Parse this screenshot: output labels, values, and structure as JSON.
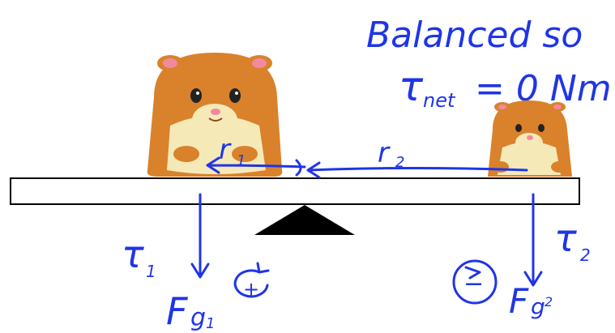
{
  "note": {
    "line1": "Balanced so",
    "tau_symbol": "τ",
    "net_subscript": "net",
    "equation_rest": "= 0 Nm"
  },
  "left": {
    "r_label": "r",
    "r_sub": "1",
    "tau_label": "τ",
    "tau_sub": "1",
    "force_label": "F",
    "force_g": "g",
    "force_sub": "1",
    "rotation_sign": "+"
  },
  "right": {
    "r_label": "r",
    "r_sub": "2",
    "tau_label": "τ",
    "tau_sub": "2",
    "force_label": "F",
    "force_g": "g",
    "force_sub": "2",
    "rotation_sign": "−"
  },
  "colors": {
    "ink": "#1f35e6",
    "hamster_orange": "#d9822b",
    "hamster_cream": "#f6e9b8",
    "hamster_pink": "#f08aa0",
    "beam_fill": "#ffffff",
    "fulcrum": "#000000"
  },
  "icons": {
    "fulcrum": "triangle-fulcrum-icon",
    "left_hamster": "hamster-large-icon",
    "right_hamster": "hamster-small-icon",
    "ccw_rotation": "counterclockwise-rotation-icon",
    "cw_rotation": "clockwise-rotation-icon"
  }
}
